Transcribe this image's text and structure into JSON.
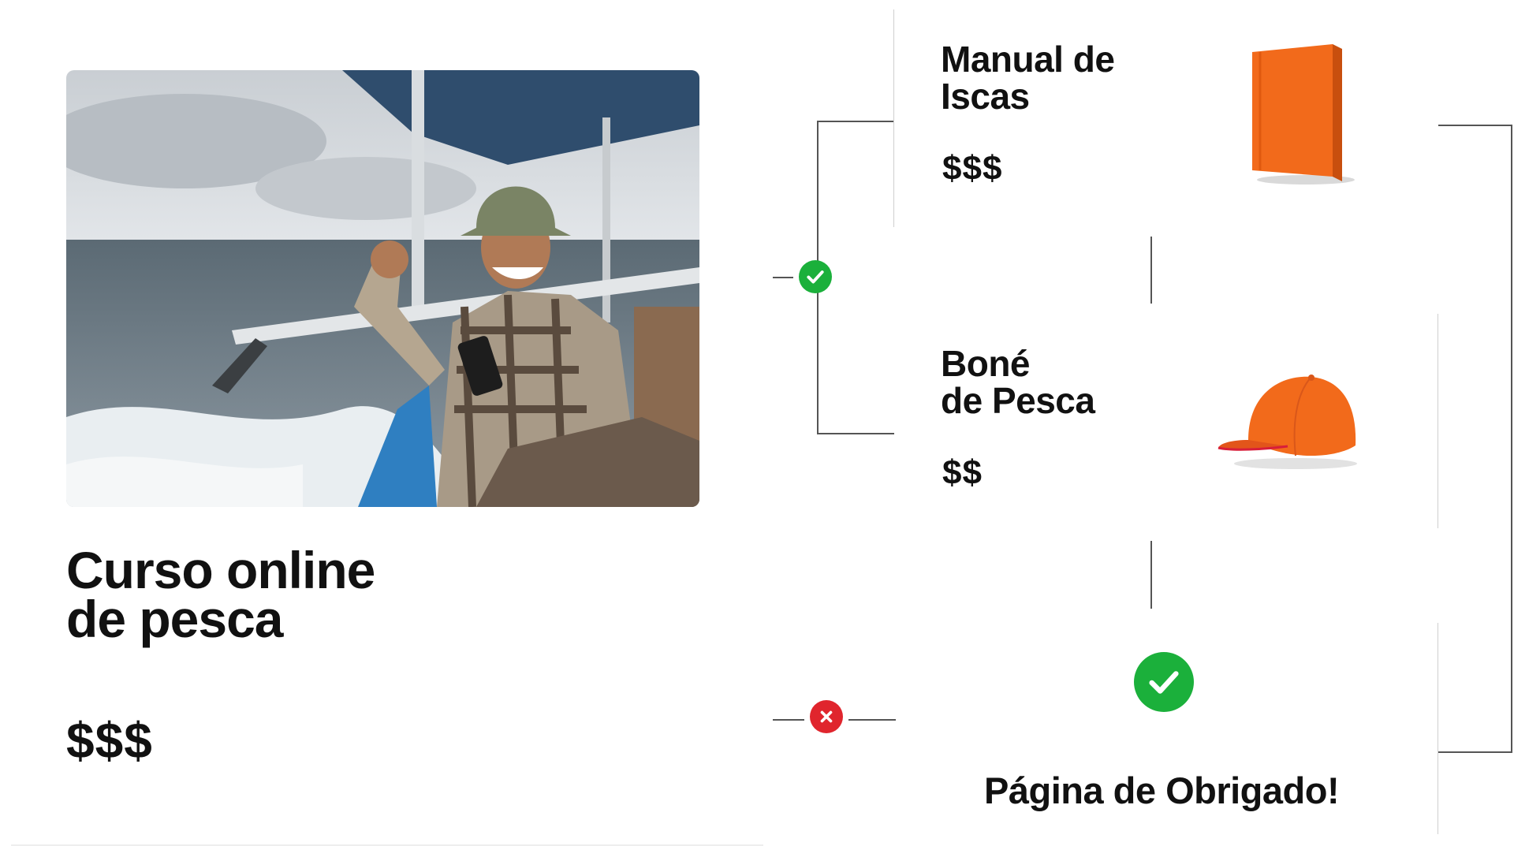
{
  "main_product": {
    "title_line1": "Curso online",
    "title_line2": "de pesca",
    "price": "$$$",
    "photo_icon": "fisherman-on-boat-photo"
  },
  "upsell": {
    "title_line1": "Manual de",
    "title_line2": "Iscas",
    "price": "$$$",
    "image_icon": "orange-book-icon"
  },
  "downsell": {
    "title_line1": "Boné",
    "title_line2": "de Pesca",
    "price": "$$",
    "image_icon": "orange-cap-icon"
  },
  "thank_you": {
    "label": "Página de Obrigado!",
    "icon": "check-circle-icon"
  },
  "decisions": {
    "accept_icon": "check-circle-icon",
    "decline_icon": "x-circle-icon"
  },
  "colors": {
    "accept_green": "#1bb03b",
    "decline_red": "#e0252d",
    "product_orange": "#f26a1b"
  }
}
